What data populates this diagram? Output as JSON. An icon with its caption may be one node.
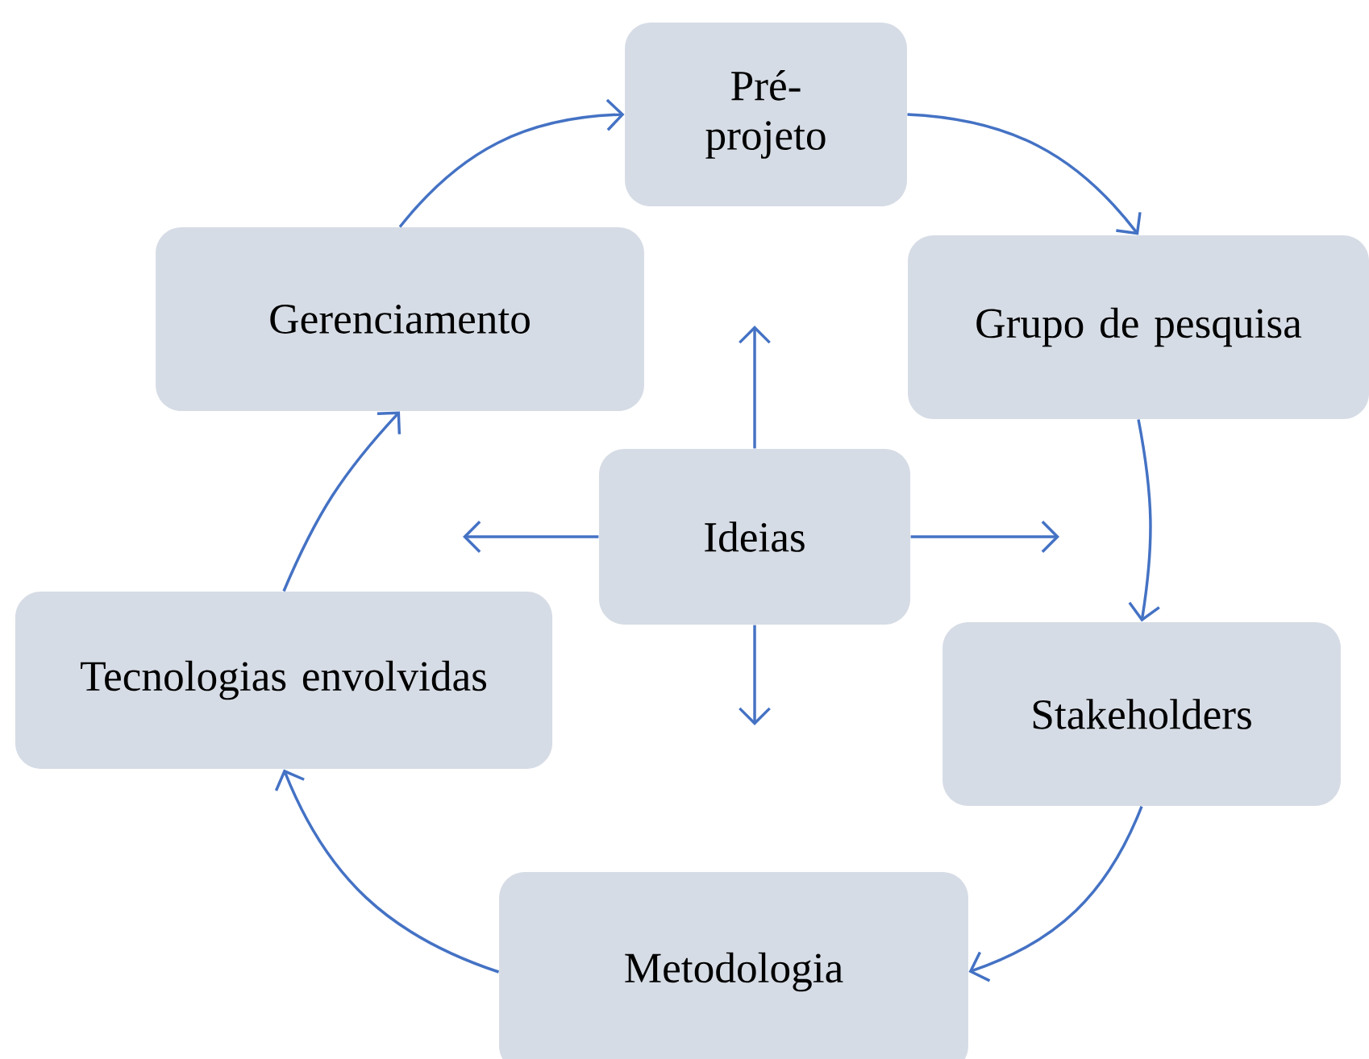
{
  "diagram": {
    "nodes": [
      {
        "text": [
          "Pré-projeto"
        ]
      },
      {
        "text": [
          "Grupo de pesquisa"
        ]
      },
      {
        "text": [
          "Stakeholders"
        ]
      },
      {
        "text": [
          "Metodologia"
        ]
      },
      {
        "text": [
          "Tecnologias envolvidas"
        ]
      },
      {
        "text": [
          "Gerenciamento"
        ]
      },
      {
        "text": [
          "Ideias"
        ]
      }
    ],
    "edges": [
      {
        "from": 0,
        "to": 1,
        "arrow": "to"
      },
      {
        "from": 1,
        "to": 2,
        "arrow": "to"
      },
      {
        "from": 2,
        "to": 3,
        "arrow": "to"
      },
      {
        "from": 3,
        "to": 4,
        "arrow": "to"
      },
      {
        "from": 4,
        "to": 5,
        "arrow": "to"
      },
      {
        "from": 5,
        "to": 0,
        "arrow": "to"
      },
      {
        "from": 6,
        "to": null,
        "arrow": "to"
      },
      {
        "from": 6,
        "to": null,
        "arrow": "to"
      },
      {
        "from": 6,
        "to": null,
        "arrow": "to"
      },
      {
        "from": 6,
        "to": null,
        "arrow": "to"
      }
    ]
  }
}
